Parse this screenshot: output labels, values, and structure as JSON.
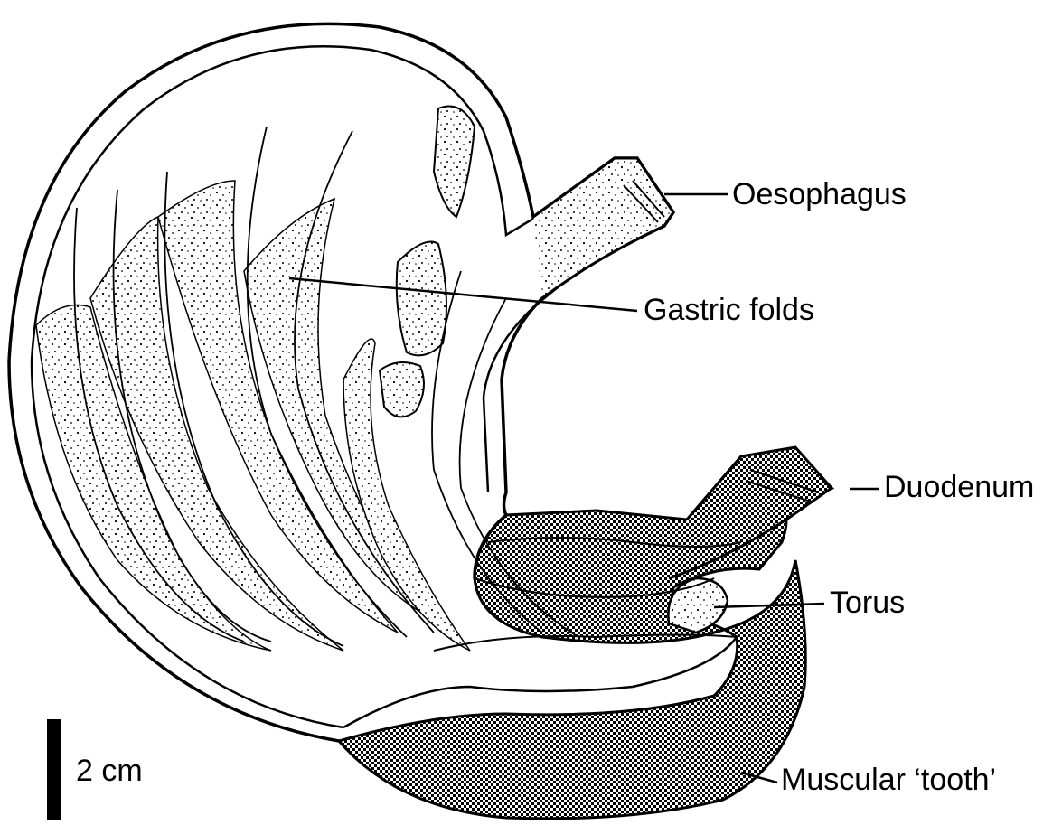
{
  "labels": {
    "oesophagus": "Oesophagus",
    "gastric_folds": "Gastric folds",
    "duodenum": "Duodenum",
    "torus": "Torus",
    "muscular_tooth": "Muscular ‘tooth’"
  },
  "scale_bar": {
    "label": "2 cm"
  },
  "colors": {
    "ink": "#000000",
    "paper": "#ffffff"
  }
}
